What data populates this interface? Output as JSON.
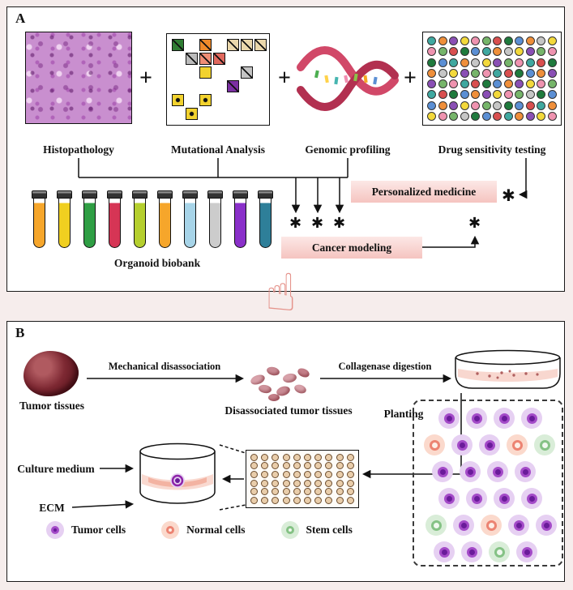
{
  "figure": {
    "panel_a_letter": "A",
    "panel_b_letter": "B"
  },
  "hand": {
    "glyph": "☝"
  },
  "panel_a": {
    "plus": "+",
    "asterisk": "✱",
    "modalities": [
      {
        "label": "Histopathology"
      },
      {
        "label": "Mutational Analysis"
      },
      {
        "label": "Genomic profiling"
      },
      {
        "label": "Drug sensitivity testing"
      }
    ],
    "organoid_biobank_label": "Organoid biobank",
    "personalized_medicine_label": "Personalized medicine",
    "cancer_modeling_label": "Cancer modeling",
    "accent_pink": "#f5c4c0",
    "tube_colors": [
      "#f6a62b",
      "#f0cf20",
      "#2f9e44",
      "#d63555",
      "#b5cf2e",
      "#f6a62b",
      "#a7d4e8",
      "#cccccc",
      "#8a30c9",
      "#2e7f99"
    ],
    "mutation_grid": [
      {
        "r": 0,
        "c": 0,
        "color": "#2e7d32",
        "style": "diag"
      },
      {
        "r": 0,
        "c": 2,
        "color": "#ef8a2a",
        "style": "diag"
      },
      {
        "r": 0,
        "c": 4,
        "color": "#ead7ab",
        "style": "diag"
      },
      {
        "r": 0,
        "c": 5,
        "color": "#ead7ab",
        "style": "diag"
      },
      {
        "r": 0,
        "c": 6,
        "color": "#ead7ab",
        "style": "diag"
      },
      {
        "r": 1,
        "c": 1,
        "color": "#bbbbbb",
        "style": "diag"
      },
      {
        "r": 1,
        "c": 2,
        "color": "#ef8d75",
        "style": "diag"
      },
      {
        "r": 1,
        "c": 3,
        "color": "#e0685e",
        "style": "diag"
      },
      {
        "r": 2,
        "c": 2,
        "color": "#f2d22e",
        "style": "plain"
      },
      {
        "r": 2,
        "c": 5,
        "color": "#c4c4c4",
        "style": "diag"
      },
      {
        "r": 3,
        "c": 4,
        "color": "#7b2fa2",
        "style": "diag"
      },
      {
        "r": 4,
        "c": 0,
        "color": "#f2d22e",
        "style": "dot"
      },
      {
        "r": 4,
        "c": 2,
        "color": "#f2d22e",
        "style": "dot"
      },
      {
        "r": 5,
        "c": 1,
        "color": "#f2d22e",
        "style": "dot"
      }
    ],
    "well_palette": [
      "#d94f4f",
      "#ef8f3a",
      "#f3d93b",
      "#76b56a",
      "#1f7a3d",
      "#3fa8a0",
      "#5b8fd4",
      "#8a4fb5",
      "#ef93b0",
      "#c6c6c6"
    ],
    "plate_rows": [
      "517283046192",
      "830465192738",
      "465192738504",
      "192738504617",
      "738504617283",
      "504617283946",
      "617283946051",
      "283946051728"
    ]
  },
  "panel_b": {
    "tumor_tissues_label": "Tumor tissues",
    "mechanical_label": "Mechanical disassociation",
    "disassociated_label": "Disassociated tumor tissues",
    "collagenase_label": "Collagenase digestion",
    "planting_label": "Planting",
    "culture_medium_label": "Culture medium",
    "ecm_label": "ECM",
    "cell_types": {
      "T": {
        "name": "tumor-cell",
        "halo": "#e6d0f2",
        "ring": "#a44bc8",
        "core": "#6a1b9a"
      },
      "N": {
        "name": "normal-cell",
        "halo": "#fbd9cc",
        "ring": "#ec8372",
        "core": "#fdeee6"
      },
      "S": {
        "name": "stem-cell",
        "halo": "#d9edd8",
        "ring": "#85c285",
        "core": "#f0f8ef"
      }
    },
    "cell_rows": [
      {
        "offset": 20,
        "cells": [
          "T",
          "T",
          "T",
          "T"
        ]
      },
      {
        "offset": 2,
        "cells": [
          "N",
          "T",
          "T",
          "N",
          "S"
        ]
      },
      {
        "offset": 12,
        "cells": [
          "T",
          "T",
          "T",
          "T"
        ]
      },
      {
        "offset": 20,
        "cells": [
          "T",
          "T",
          "T",
          "T"
        ]
      },
      {
        "offset": 4,
        "cells": [
          "S",
          "T",
          "N",
          "T",
          "T"
        ]
      },
      {
        "offset": 14,
        "cells": [
          "T",
          "T",
          "S",
          "T"
        ]
      }
    ],
    "legend": [
      {
        "type": "T",
        "label": "Tumor cells"
      },
      {
        "type": "N",
        "label": "Normal cells"
      },
      {
        "type": "S",
        "label": "Stem cells"
      }
    ],
    "plate": {
      "rows": 6,
      "cols": 10,
      "well_color": "#e9cdaa"
    }
  }
}
